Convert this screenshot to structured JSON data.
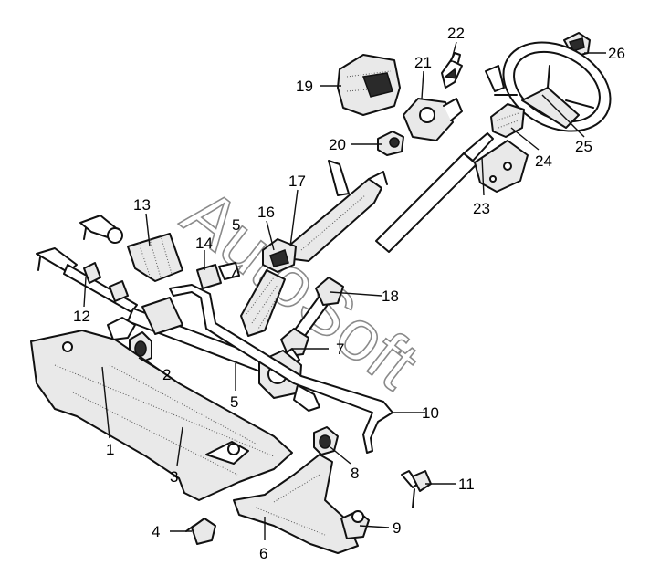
{
  "watermark": "AutoSoft",
  "callouts": {
    "c1": "1",
    "c2": "2",
    "c3": "3",
    "c4": "4",
    "c5a": "5",
    "c5b": "5",
    "c6": "6",
    "c7": "7",
    "c8": "8",
    "c9": "9",
    "c10": "10",
    "c11": "11",
    "c12": "12",
    "c13": "13",
    "c14": "14",
    "c16": "16",
    "c17": "17",
    "c18": "18",
    "c19": "19",
    "c20": "20",
    "c21": "21",
    "c22": "22",
    "c23": "23",
    "c24": "24",
    "c25": "25",
    "c26": "26"
  }
}
